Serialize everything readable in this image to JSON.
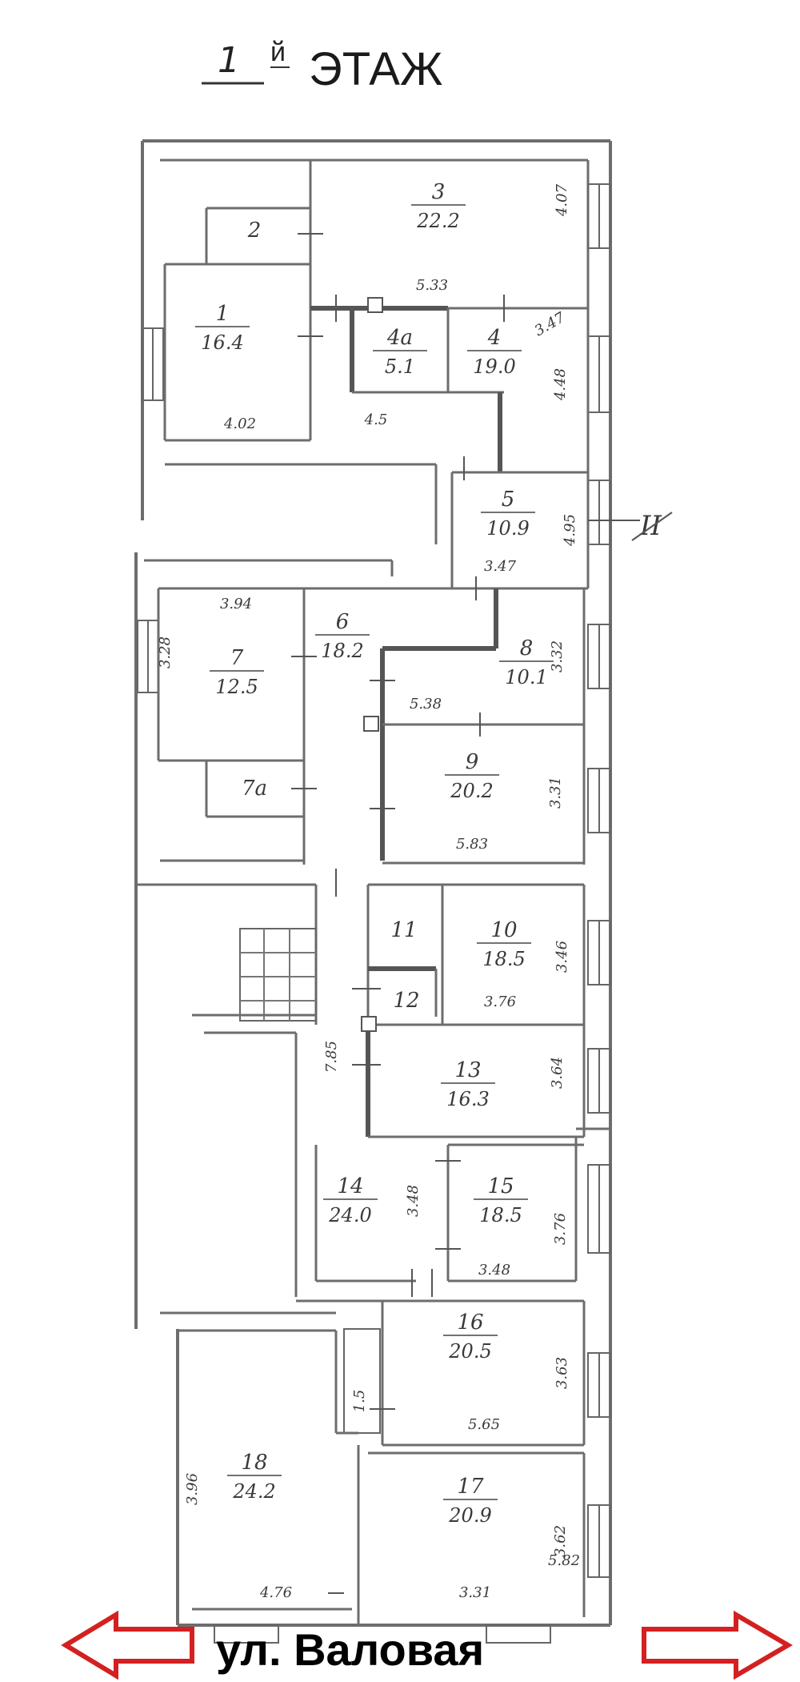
{
  "title": {
    "number": "1",
    "suffix": "й",
    "text": "ЭТАЖ"
  },
  "street": "ул. Валовая",
  "rooms": [
    {
      "id": "r1",
      "number": "1",
      "area": "16.4"
    },
    {
      "id": "r2",
      "number": "2",
      "area": ""
    },
    {
      "id": "r3",
      "number": "3",
      "area": "22.2"
    },
    {
      "id": "r4",
      "number": "4",
      "area": "19.0"
    },
    {
      "id": "r4a",
      "number": "4а",
      "area": "5.1"
    },
    {
      "id": "r5",
      "number": "5",
      "area": "10.9"
    },
    {
      "id": "r6",
      "number": "6",
      "area": "18.2"
    },
    {
      "id": "r7",
      "number": "7",
      "area": "12.5"
    },
    {
      "id": "r7a",
      "number": "7а",
      "area": ""
    },
    {
      "id": "r8",
      "number": "8",
      "area": "10.1"
    },
    {
      "id": "r9",
      "number": "9",
      "area": "20.2"
    },
    {
      "id": "r10",
      "number": "10",
      "area": "18.5"
    },
    {
      "id": "r11",
      "number": "11",
      "area": ""
    },
    {
      "id": "r12",
      "number": "12",
      "area": ""
    },
    {
      "id": "r13",
      "number": "13",
      "area": "16.3"
    },
    {
      "id": "r14",
      "number": "14",
      "area": "24.0"
    },
    {
      "id": "r15",
      "number": "15",
      "area": "18.5"
    },
    {
      "id": "r16",
      "number": "16",
      "area": "20.5"
    },
    {
      "id": "r17",
      "number": "17",
      "area": "20.9"
    },
    {
      "id": "r18",
      "number": "18",
      "area": "24.2"
    }
  ],
  "dimensions": [
    "4.07",
    "5.33",
    "3.47",
    "4.48",
    "4.02",
    "4.5",
    "3.47",
    "4.95",
    "3.94",
    "3.28",
    "3.32",
    "5.38",
    "3.31",
    "5.83",
    "3.46",
    "3.76",
    "3.64",
    "3.48",
    "3.76",
    "3.48",
    "3.63",
    "3.62",
    "5.65",
    "3.96",
    "4.76",
    "3.31",
    "5.82",
    "7.85",
    "1.5"
  ],
  "marks": {
    "section": "II"
  },
  "colors": {
    "arrow": "#d42020",
    "wall": "#6d6d6d"
  }
}
